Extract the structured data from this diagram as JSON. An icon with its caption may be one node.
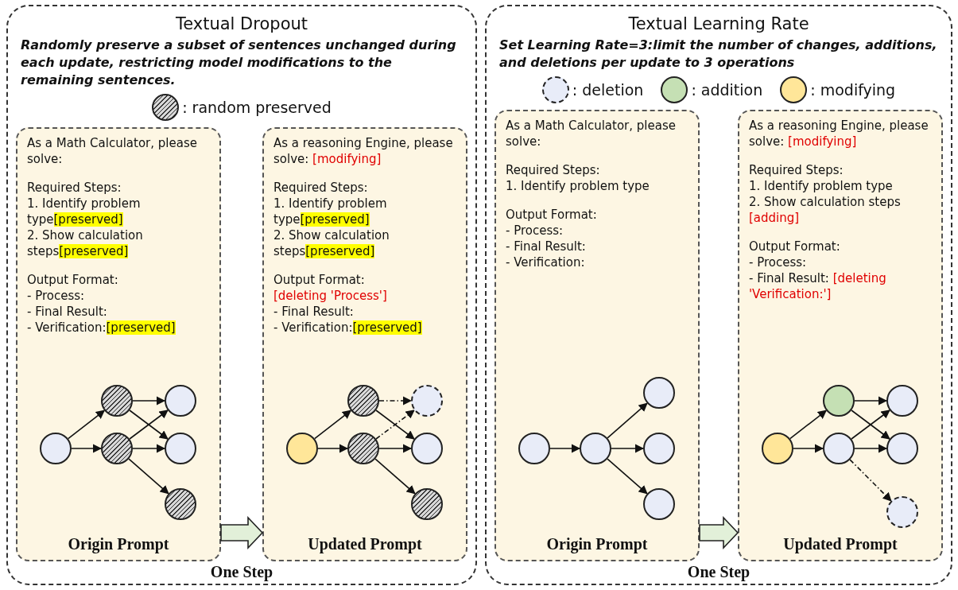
{
  "diagram": {
    "nodes": [
      {
        "text": [
          "Textual Dropout",
          "Randomly preserve a subset of sentences unchanged during each update, restricting model modifications to the remaining sentences."
        ]
      },
      {
        "text": [
          "As a Math Calculator, please solve:",
          "Required Steps:",
          "1. Identify problem type",
          "[preserved]",
          "2. Show calculation steps",
          "[preserved]",
          "Output Format:",
          "- Process:",
          "- Final Result:",
          "- Verification:",
          "[preserved]",
          "Origin Prompt"
        ],
        "in": 0
      },
      {
        "text": [],
        "shape": "circle",
        "in": 1
      },
      {
        "text": [],
        "shape": "circle",
        "in": 1
      },
      {
        "text": [],
        "shape": "circle",
        "in": 1
      },
      {
        "text": [],
        "shape": "circle",
        "in": 1
      },
      {
        "text": [],
        "shape": "circle",
        "in": 1
      },
      {
        "text": [],
        "shape": "circle",
        "in": 1
      },
      {
        "text": [
          "As a reasoning Engine, please solve:",
          "[modifying]",
          "Required Steps:",
          "1. Identify problem type",
          "[preserved]",
          "2. Show calculation steps",
          "[preserved]",
          "Output Format:",
          "[deleting 'Process']",
          "- Final Result:",
          "- Verification:",
          "[preserved]",
          "Updated Prompt"
        ],
        "in": 0
      },
      {
        "text": [],
        "shape": "circle",
        "in": 8
      },
      {
        "text": [],
        "shape": "circle",
        "in": 8
      },
      {
        "text": [],
        "shape": "circle",
        "in": 8
      },
      {
        "text": [],
        "shape": "circle",
        "in": 8
      },
      {
        "text": [],
        "shape": "circle",
        "in": 8
      },
      {
        "text": [],
        "shape": "circle",
        "in": 8
      },
      {
        "text": [
          "Textual Learning Rate",
          "Set Learning Rate=3:limit the number of changes, additions, and deletions per update to 3 operations"
        ]
      },
      {
        "text": [
          "As a Math Calculator, please solve:",
          "Required Steps:",
          "1. Identify problem type",
          "Output Format:",
          "- Process:",
          "- Final Result:",
          "- Verification:",
          "Origin Prompt"
        ],
        "in": 15
      },
      {
        "text": [],
        "shape": "circle",
        "in": 16
      },
      {
        "text": [],
        "shape": "circle",
        "in": 16
      },
      {
        "text": [],
        "shape": "circle",
        "in": 16
      },
      {
        "text": [],
        "shape": "circle",
        "in": 16
      },
      {
        "text": [],
        "shape": "circle",
        "in": 16
      },
      {
        "text": [
          "As a reasoning Engine, please solve:",
          "[modifying]",
          "Required Steps:",
          "1. Identify problem type",
          "2. Show calculation steps",
          "[adding]",
          "Output Format:",
          "- Process:",
          "- Final Result:",
          "[deleting 'Verification:']",
          "Updated Prompt"
        ],
        "in": 15
      },
      {
        "text": [],
        "shape": "circle",
        "in": 22
      },
      {
        "text": [],
        "shape": "circle",
        "in": 22
      },
      {
        "text": [],
        "shape": "circle",
        "in": 22
      },
      {
        "text": [],
        "shape": "circle",
        "in": 22
      },
      {
        "text": [],
        "shape": "circle",
        "in": 22
      },
      {
        "text": [],
        "shape": "circle",
        "in": 22
      }
    ],
    "edges": [
      {
        "from": 1,
        "to": 8,
        "arrow": "to",
        "label": "One Step"
      },
      {
        "from": 2,
        "to": 3,
        "arrow": "to"
      },
      {
        "from": 2,
        "to": 4,
        "arrow": "to"
      },
      {
        "from": 3,
        "to": 5,
        "arrow": "to"
      },
      {
        "from": 3,
        "to": 6,
        "arrow": "to"
      },
      {
        "from": 4,
        "to": 5,
        "arrow": "to"
      },
      {
        "from": 4,
        "to": 6,
        "arrow": "to"
      },
      {
        "from": 4,
        "to": 7,
        "arrow": "to"
      },
      {
        "from": 9,
        "to": 10,
        "arrow": "to"
      },
      {
        "from": 9,
        "to": 11,
        "arrow": "to"
      },
      {
        "from": 10,
        "to": 12,
        "arrow": "to",
        "style": "dashed"
      },
      {
        "from": 10,
        "to": 13,
        "arrow": "to"
      },
      {
        "from": 11,
        "to": 12,
        "arrow": "to",
        "style": "dashed"
      },
      {
        "from": 11,
        "to": 13,
        "arrow": "to"
      },
      {
        "from": 11,
        "to": 14,
        "arrow": "to"
      },
      {
        "from": 16,
        "to": 22,
        "arrow": "to",
        "label": "One Step"
      },
      {
        "from": 17,
        "to": 18,
        "arrow": "to"
      },
      {
        "from": 18,
        "to": 19,
        "arrow": "to"
      },
      {
        "from": 18,
        "to": 20,
        "arrow": "to"
      },
      {
        "from": 18,
        "to": 21,
        "arrow": "to"
      },
      {
        "from": 23,
        "to": 24,
        "arrow": "to"
      },
      {
        "from": 23,
        "to": 25,
        "arrow": "to"
      },
      {
        "from": 24,
        "to": 26,
        "arrow": "to"
      },
      {
        "from": 24,
        "to": 27,
        "arrow": "to"
      },
      {
        "from": 25,
        "to": 26,
        "arrow": "to"
      },
      {
        "from": 25,
        "to": 27,
        "arrow": "to"
      },
      {
        "from": 25,
        "to": 28,
        "arrow": "to",
        "style": "dashed"
      }
    ],
    "legend": [
      {
        "text": ": random preserved"
      },
      {
        "text": ": deletion"
      },
      {
        "text": ": addition",
        "color": "#c5e0b4"
      },
      {
        "text": ": modifying",
        "color": "#ffe699"
      }
    ]
  }
}
